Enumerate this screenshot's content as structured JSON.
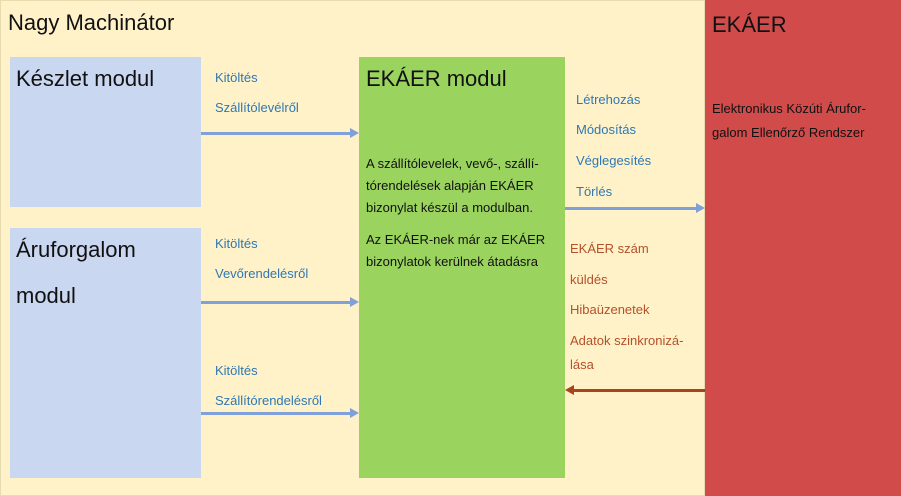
{
  "title": "Nagy Machinátor",
  "keszlet": {
    "title": "Készlet modul",
    "label1": "Kitöltés",
    "label2": "Szállítólevélről"
  },
  "aruforgalom": {
    "title1": "Áruforgalom",
    "title2": "modul",
    "a_label1": "Kitöltés",
    "a_label2": "Vevőrendelésről",
    "b_label1": "Kitöltés",
    "b_label2": "Szállítórendelésről"
  },
  "ekaer_modul": {
    "title": "EKÁER modul",
    "text1": [
      "A szállítólevelek, vevő-, szállí-",
      "tórendelések alapján EKÁER",
      "bizonylat készül a modulban."
    ],
    "text2": [
      "Az EKÁER-nek már az EKÁER",
      "bizonylatok kerülnek átadásra"
    ]
  },
  "outgoing": [
    "Létrehozás",
    "Módosítás",
    "Véglegesítés",
    "Törlés"
  ],
  "incoming": [
    "EKÁER szám",
    "küldés",
    "Hibaüzenetek",
    "Adatok szinkronizá-",
    "lása"
  ],
  "ekaer": {
    "title": "EKÁER",
    "desc1": "Elektronikus Közúti Árufor-",
    "desc2": "galom Ellenőrző Rendszer"
  },
  "colors": {
    "yellow": "#fff2c9",
    "red": "#d14b4b",
    "blue": "#c9d7f0",
    "green": "#9bd35f"
  }
}
